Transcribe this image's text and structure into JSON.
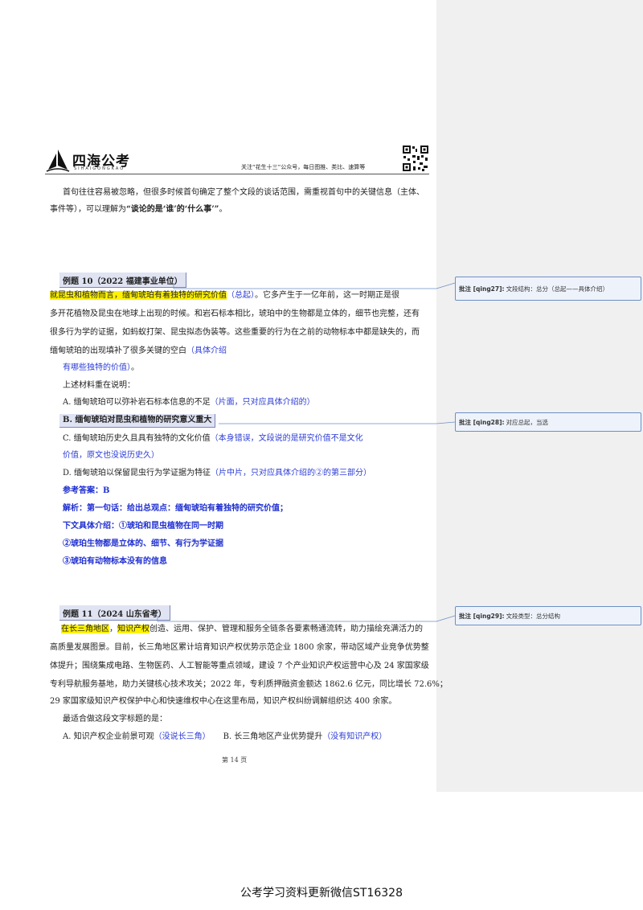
{
  "header": {
    "logo_text": "四海公考",
    "logo_sub": "SIHAIGONGKAO",
    "note": "关注“花生十三”公众号，每日图推、类比、速算等"
  },
  "intro": {
    "line1": "首句往往容易被忽略，但很多时候首句确定了整个文段的谈话范围，需重视首句中的关键信息（主体、",
    "line2_a": "事件等），可以理解为",
    "line2_b": "“谈论的是‘谁’的‘什么事’”",
    "line2_c": "。"
  },
  "ex10": {
    "title": "例题 10（2022 福建事业单位）",
    "p1_hl": "就昆虫和植物而言，缅甸琥珀有着独特的研究价值",
    "p1_note": "（总起）",
    "p1_rest": "。它多产生于一亿年前，这一时期正是很",
    "p2": "多开花植物及昆虫在地球上出现的时候。和岩石标本相比，琥珀中的生物都是立体的，细节也完整，还有",
    "p3": "很多行为学的证据，如蚂蚁打架、昆虫拟态伪装等。这些重要的行为在之前的动物标本中都是缺失的，而",
    "p4": "缅甸琥珀的出现填补了很多关键的空白",
    "p4_note": "（具体介绍",
    "p5_note": "有哪些独特的价值）",
    "p5_end": "。",
    "stem": "上述材料重在说明：",
    "optA": "A. 缅甸琥珀可以弥补岩石标本信息的不足",
    "optA_note": "（片面，只对应具体介绍的）",
    "optB": "B. 缅甸琥珀对昆虫和植物的研究意义重大",
    "optC": "C. 缅甸琥珀历史久且具有独特的文化价值",
    "optC_note1": "（本身错误，文段说的是研究价值不是文化",
    "optC_note2": "价值，原文也没说历史久）",
    "optD": "D. 缅甸琥珀以保留昆虫行为学证据为特征",
    "optD_note": "（片中片，只对应具体介绍的②的第三部分）",
    "answer": "参考答案：B",
    "analysis1": "解析：第一句话：给出总观点：缅甸琥珀有着独特的研究价值；",
    "analysis2": "下文具体介绍：①琥珀和昆虫植物在同一时期",
    "analysis3": "②琥珀生物都是立体的、细节、有行为学证据",
    "analysis4": "③琥珀有动物标本没有的信息"
  },
  "ex11": {
    "title": "例题 11（2024 山东省考）",
    "p1_hl1": "在长三角地区",
    "p1_sep": "，",
    "p1_hl2": "知识产权",
    "p1_rest": "创造、运用、保护、管理和服务全链条各要素畅通流转，助力描绘充满活力的",
    "p2": "高质量发展图景。目前，长三角地区累计培育知识产权优势示范企业 1800 余家，带动区域产业竞争优势整",
    "p3": "体提升；围绕集成电路、生物医药、人工智能等重点领域，建设 7 个产业知识产权运营中心及 24 家国家级",
    "p4": "专利导航服务基地，助力关键核心技术攻关；2022 年，专利质押融资金额达 1862.6 亿元，同比增长 72.6%；",
    "p5": "29 家国家级知识产权保护中心和快速维权中心在这里布局，知识产权纠纷调解组织达 400 余家。",
    "stem": "最适合做这段文字标题的是：",
    "optA": "A. 知识产权企业前景可观",
    "optA_note": "（没说长三角）",
    "optB": "B. 长三角地区产业优势提升",
    "optB_note": "（没有知识产权）"
  },
  "comments": [
    {
      "label": "批注 [qing27]:",
      "text": "文段结构：总分（总起——具体介绍）"
    },
    {
      "label": "批注 [qing28]:",
      "text": "对应总起，当选"
    },
    {
      "label": "批注 [qing29]:",
      "text": "文段类型：总分结构"
    }
  ],
  "page_number": "第 14 页",
  "footer": "公考学习资料更新微信ST16328",
  "colors": {
    "highlight": "#fff200",
    "note_blue": "#2b3bd6",
    "comment_border": "#6c8fc4",
    "pane": "#f0f0f0"
  }
}
